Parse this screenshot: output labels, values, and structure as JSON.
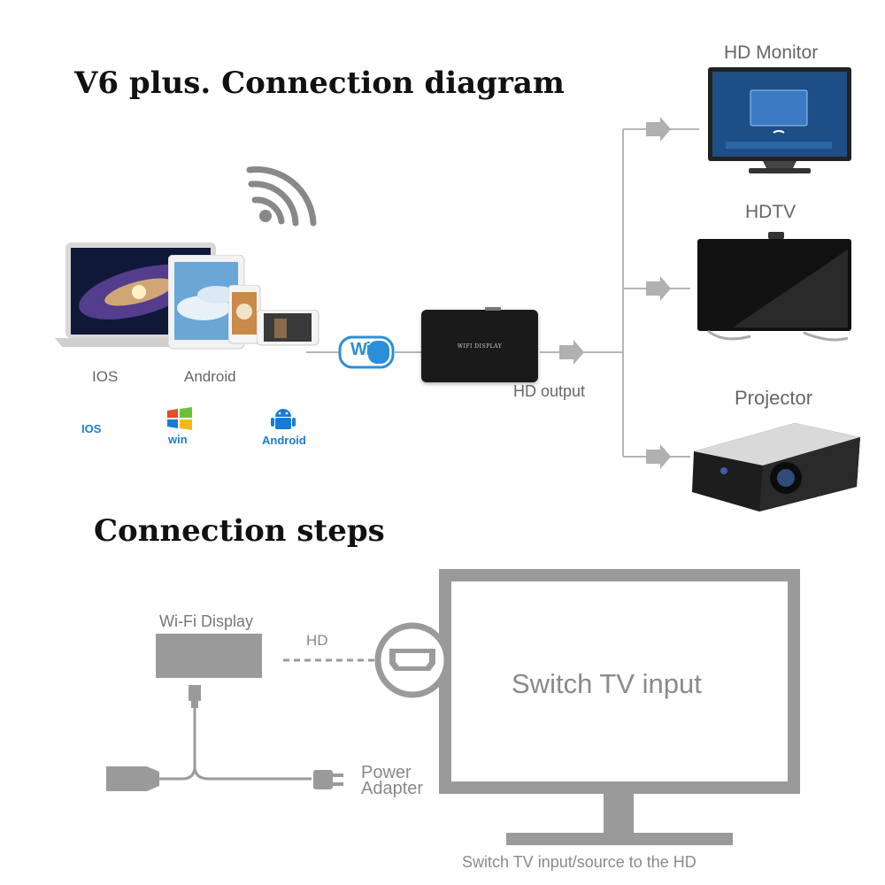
{
  "headings": {
    "diagram_title": "V6 plus. Connection diagram",
    "steps_title": "Connection steps"
  },
  "sources": {
    "ios_label": "IOS",
    "android_label": "Android",
    "os_ios": "IOS",
    "os_win": "win",
    "os_android": "Android"
  },
  "wifi_badge": "WiFi",
  "device": {
    "label": "WIFI DISPLAY",
    "output_label": "HD output"
  },
  "outputs": {
    "monitor": "HD Monitor",
    "hdtv": "HDTV",
    "projector": "Projector"
  },
  "steps": {
    "dongle_label": "Wi-Fi Display",
    "hd_label": "HD",
    "power_line1": "Power",
    "power_line2": "Adapter",
    "tv_screen_text": "Switch TV input",
    "caption": "Switch TV input/source to the HD"
  },
  "colors": {
    "wifi_blue": "#2a8fd8",
    "win_blue": "#1a7bd6",
    "diagram_gray": "#9a9a9a",
    "device_black": "#1a1a1a"
  }
}
